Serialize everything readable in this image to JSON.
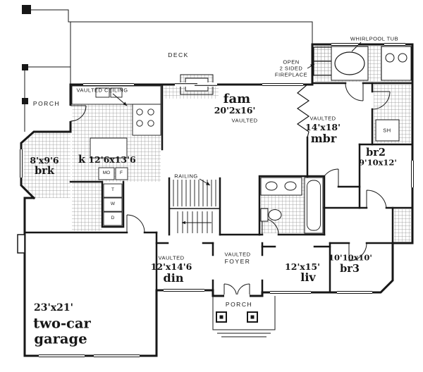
{
  "colors": {
    "ink": "#171717",
    "paper": "#ffffff"
  },
  "site": {
    "deck": "DECK",
    "upper_porch": "PORCH",
    "lower_porch": "PORCH",
    "railing": "RAILING",
    "vaulted_ceiling": "VAULTED CEILING",
    "whirlpool_tub": "WHIRLPOOL TUB",
    "fireplace": {
      "l1": "OPEN",
      "l2": "2 SIDED",
      "l3": "FIREPLACE"
    }
  },
  "rooms": {
    "family": {
      "note": "VAULTED",
      "dims": "20'2x16'",
      "name": "fam"
    },
    "master": {
      "note": "VAULTED",
      "dims": "14'x18'",
      "name": "mbr"
    },
    "bedroom2": {
      "dims": "9'10x12'",
      "name": "br2"
    },
    "bedroom3": {
      "dims": "10'10x10'",
      "name": "br3"
    },
    "breakfast": {
      "dims": "8'x9'6",
      "name": "brk"
    },
    "kitchen": {
      "dims": "12'6x13'6",
      "name": "k"
    },
    "dining": {
      "note": "VAULTED",
      "dims": "12'x14'6",
      "name": "din"
    },
    "foyer": {
      "note": "VAULTED",
      "name": "FOYER"
    },
    "living": {
      "dims": "12'x15'",
      "name": "liv"
    },
    "garage": {
      "dims": "23'x21'",
      "name_line1": "two-car",
      "name_line2": "garage"
    },
    "shower": "SH"
  },
  "appliances": {
    "mo": "MO",
    "f": "F",
    "t": "T",
    "w": "W",
    "d": "D"
  }
}
